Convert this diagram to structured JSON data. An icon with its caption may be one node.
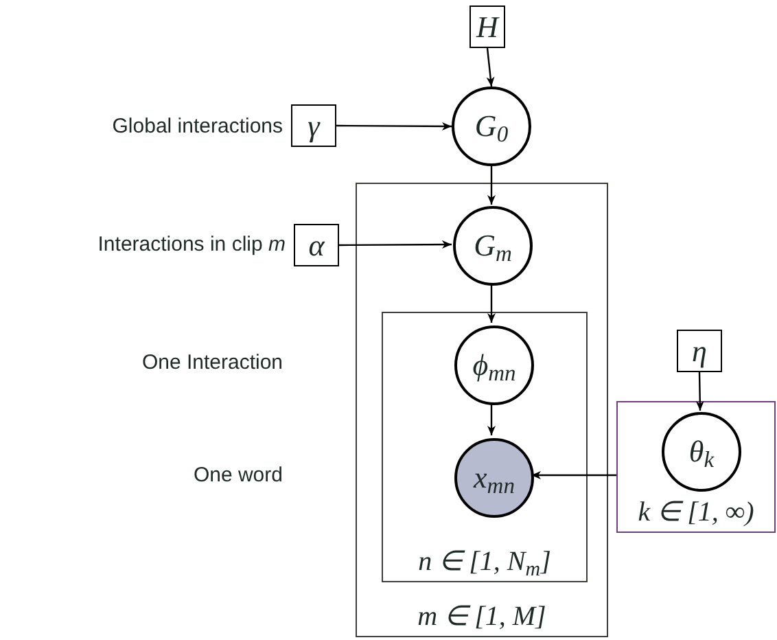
{
  "diagram": {
    "nodes": [
      {
        "text": [
          "H"
        ]
      },
      {
        "text": [
          "γ"
        ],
        "beside": [
          "Global interactions"
        ]
      },
      {
        "text": [
          "G$_{0}$"
        ]
      },
      {
        "text": [
          "m ∈ [1, M]"
        ]
      },
      {
        "text": [
          "α"
        ],
        "beside": [
          "Interactions in clip *m*"
        ]
      },
      {
        "text": [
          "G$_{m}$"
        ],
        "in": 3
      },
      {
        "text": [
          "n ∈ [1, N$_{m}$]"
        ],
        "in": 3
      },
      {
        "text": [
          "ϕ$_{mn}$"
        ],
        "in": 6
      },
      {
        "text": [
          "x$_{mn}$"
        ],
        "in": 6
      },
      {
        "text": [
          "η"
        ]
      },
      {
        "text": [
          "k ∈ [1, ∞)"
        ]
      },
      {
        "text": [
          "θ$_{k}$"
        ],
        "in": 10
      }
    ],
    "edges": [
      {
        "from": 0,
        "to": 2,
        "arrow": "to"
      },
      {
        "from": 1,
        "to": 2,
        "arrow": "to"
      },
      {
        "from": 2,
        "to": 5,
        "arrow": "to"
      },
      {
        "from": 4,
        "to": 5,
        "arrow": "to"
      },
      {
        "from": 5,
        "to": 7,
        "arrow": "to"
      },
      {
        "from": 7,
        "to": 8,
        "arrow": "to"
      },
      {
        "from": 9,
        "to": 11,
        "arrow": "to"
      },
      {
        "from": 10,
        "to": 8,
        "arrow": "to"
      }
    ],
    "labels": [
      "One Interaction",
      "One word"
    ]
  }
}
